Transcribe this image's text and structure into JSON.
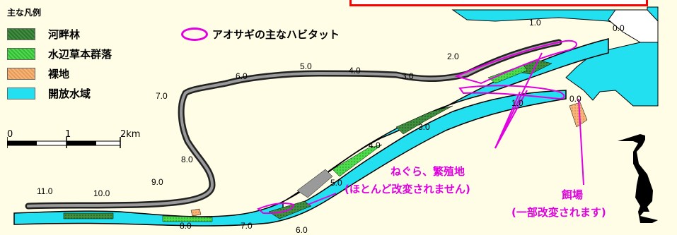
{
  "legend": {
    "title": "主な凡例",
    "items": [
      {
        "label": "河畔林",
        "color": "#3f8f3f"
      },
      {
        "label": "水辺草本群落",
        "color": "#4cdc4c"
      },
      {
        "label": "裸地",
        "color": "#f4b47a"
      },
      {
        "label": "開放水域",
        "color": "#22e0f0"
      }
    ],
    "habitat_label": "アオサギの主なハビタット",
    "habitat_color": "#e000e0"
  },
  "scale_bar": {
    "labels": [
      "0",
      "1",
      "2km"
    ]
  },
  "river_km": {
    "main": [
      "0.0",
      "1.0",
      "2.0",
      "3.0",
      "4.0",
      "5.0",
      "6.0",
      "7.0",
      "8.0",
      "9.0",
      "10.0",
      "11.0"
    ],
    "lower": [
      "0.0",
      "1.0",
      "3.0",
      "4.0",
      "5.0",
      "6.0",
      "7.0",
      "8.0"
    ]
  },
  "annotations": {
    "roost_line1": "ねぐら、繁殖地",
    "roost_line2": "(ほとんど改変されません)",
    "feeding_line1": "餌場",
    "feeding_line2": "(一部改変されます)"
  },
  "icons": [
    "heron-icon"
  ]
}
